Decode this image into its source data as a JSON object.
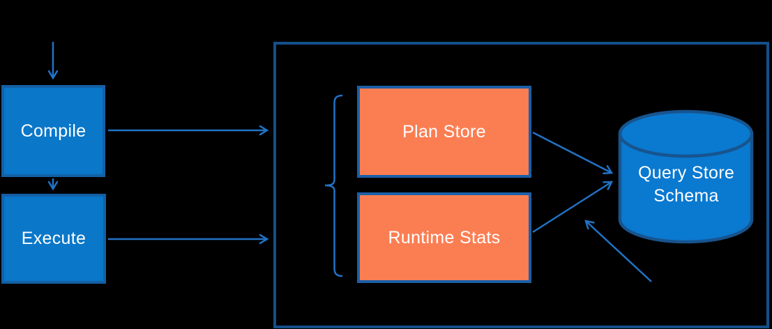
{
  "diagram": {
    "nodes": {
      "compile": {
        "label": "Compile"
      },
      "execute": {
        "label": "Execute"
      },
      "plan_store": {
        "label": "Plan Store"
      },
      "runtime_stats": {
        "label": "Runtime Stats"
      },
      "query_store_schema": {
        "label": "Query Store Schema"
      }
    },
    "edges": [
      {
        "from": "top",
        "to": "compile",
        "style": "arrow"
      },
      {
        "from": "compile",
        "to": "execute",
        "style": "arrow"
      },
      {
        "from": "compile",
        "to": "query_store_frame",
        "style": "arrow"
      },
      {
        "from": "execute",
        "to": "query_store_frame",
        "style": "arrow"
      },
      {
        "from": "plan_store",
        "to": "query_store_schema",
        "style": "arrow"
      },
      {
        "from": "runtime_stats",
        "to": "query_store_schema",
        "style": "arrow"
      },
      {
        "from": "lower_right",
        "to": "schema_write_arrows_junction",
        "style": "arrow"
      }
    ],
    "groupings": [
      {
        "shape": "left-brace",
        "spans": [
          "plan_store",
          "runtime_stats"
        ]
      }
    ],
    "colors": {
      "bg": "#000000",
      "node_blue": "#0a77c9",
      "node_blue_border": "#1460a6",
      "frame_border": "#134f8b",
      "orange": "#fb7e53",
      "orange_border": "#1c5fa6",
      "line": "#2173c5",
      "cylinder": "#0a79d0",
      "cylinder_border": "#17548e",
      "text": "#ffffff"
    }
  }
}
